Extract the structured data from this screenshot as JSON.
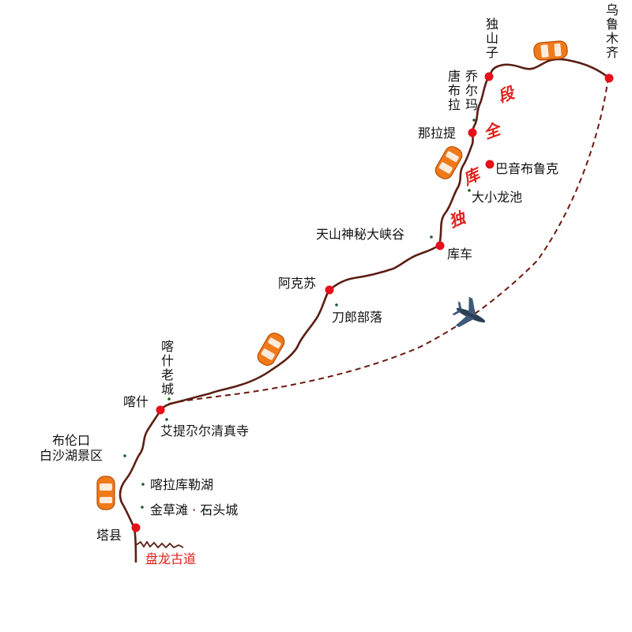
{
  "places": {
    "urumqi": "乌鲁木齐",
    "dushanzi": "独山子",
    "qiaoerma": "乔尔玛",
    "tangbula": "唐布拉",
    "nalati": "那拉提",
    "bayinbuluke": "巴音布鲁克",
    "daxiaolongchi": "大小龙池",
    "tianshan_canyon": "天山神秘大峡谷",
    "kuche": "库车",
    "akesu": "阿克苏",
    "daolang": "刀郎部落",
    "kashi_oldtown": "喀什老城",
    "kashi": "喀什",
    "aitigaer": "艾提尕尔清真寺",
    "bulunkou": "布伦口",
    "baisha_lake": "白沙湖景区",
    "karakul": "喀拉库勒湖",
    "jincaotan": "金草滩 · 石头城",
    "taxian": "塔县",
    "panlong": "盘龙古道"
  },
  "route_name": [
    "独",
    "库",
    "全",
    "段"
  ],
  "colors": {
    "road": "#5a1f14",
    "flight": "#6b1a12",
    "city_dot": "#e5101a",
    "poi_dot": "#1f5c2a",
    "car": "#f07a1a",
    "highlight_text": "#e0201b"
  },
  "icons": [
    "car-icon",
    "airplane-icon"
  ]
}
